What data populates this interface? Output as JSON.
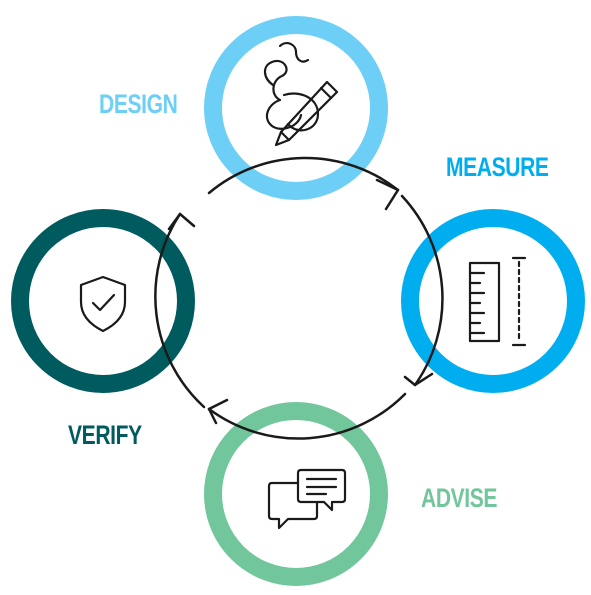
{
  "stages": [
    {
      "key": "design",
      "label": "DESIGN",
      "color": "#6dcff6",
      "icon": "pencil-draw-icon"
    },
    {
      "key": "measure",
      "label": "MEASURE",
      "color": "#00aeef",
      "icon": "ruler-icon"
    },
    {
      "key": "advise",
      "label": "ADVISE",
      "color": "#72c69b",
      "icon": "chat-bubbles-icon"
    },
    {
      "key": "verify",
      "label": "VERIFY",
      "color": "#005b5f",
      "icon": "shield-check-icon"
    }
  ],
  "cycle": {
    "color": "#1a1a1a",
    "direction": "clockwise"
  }
}
